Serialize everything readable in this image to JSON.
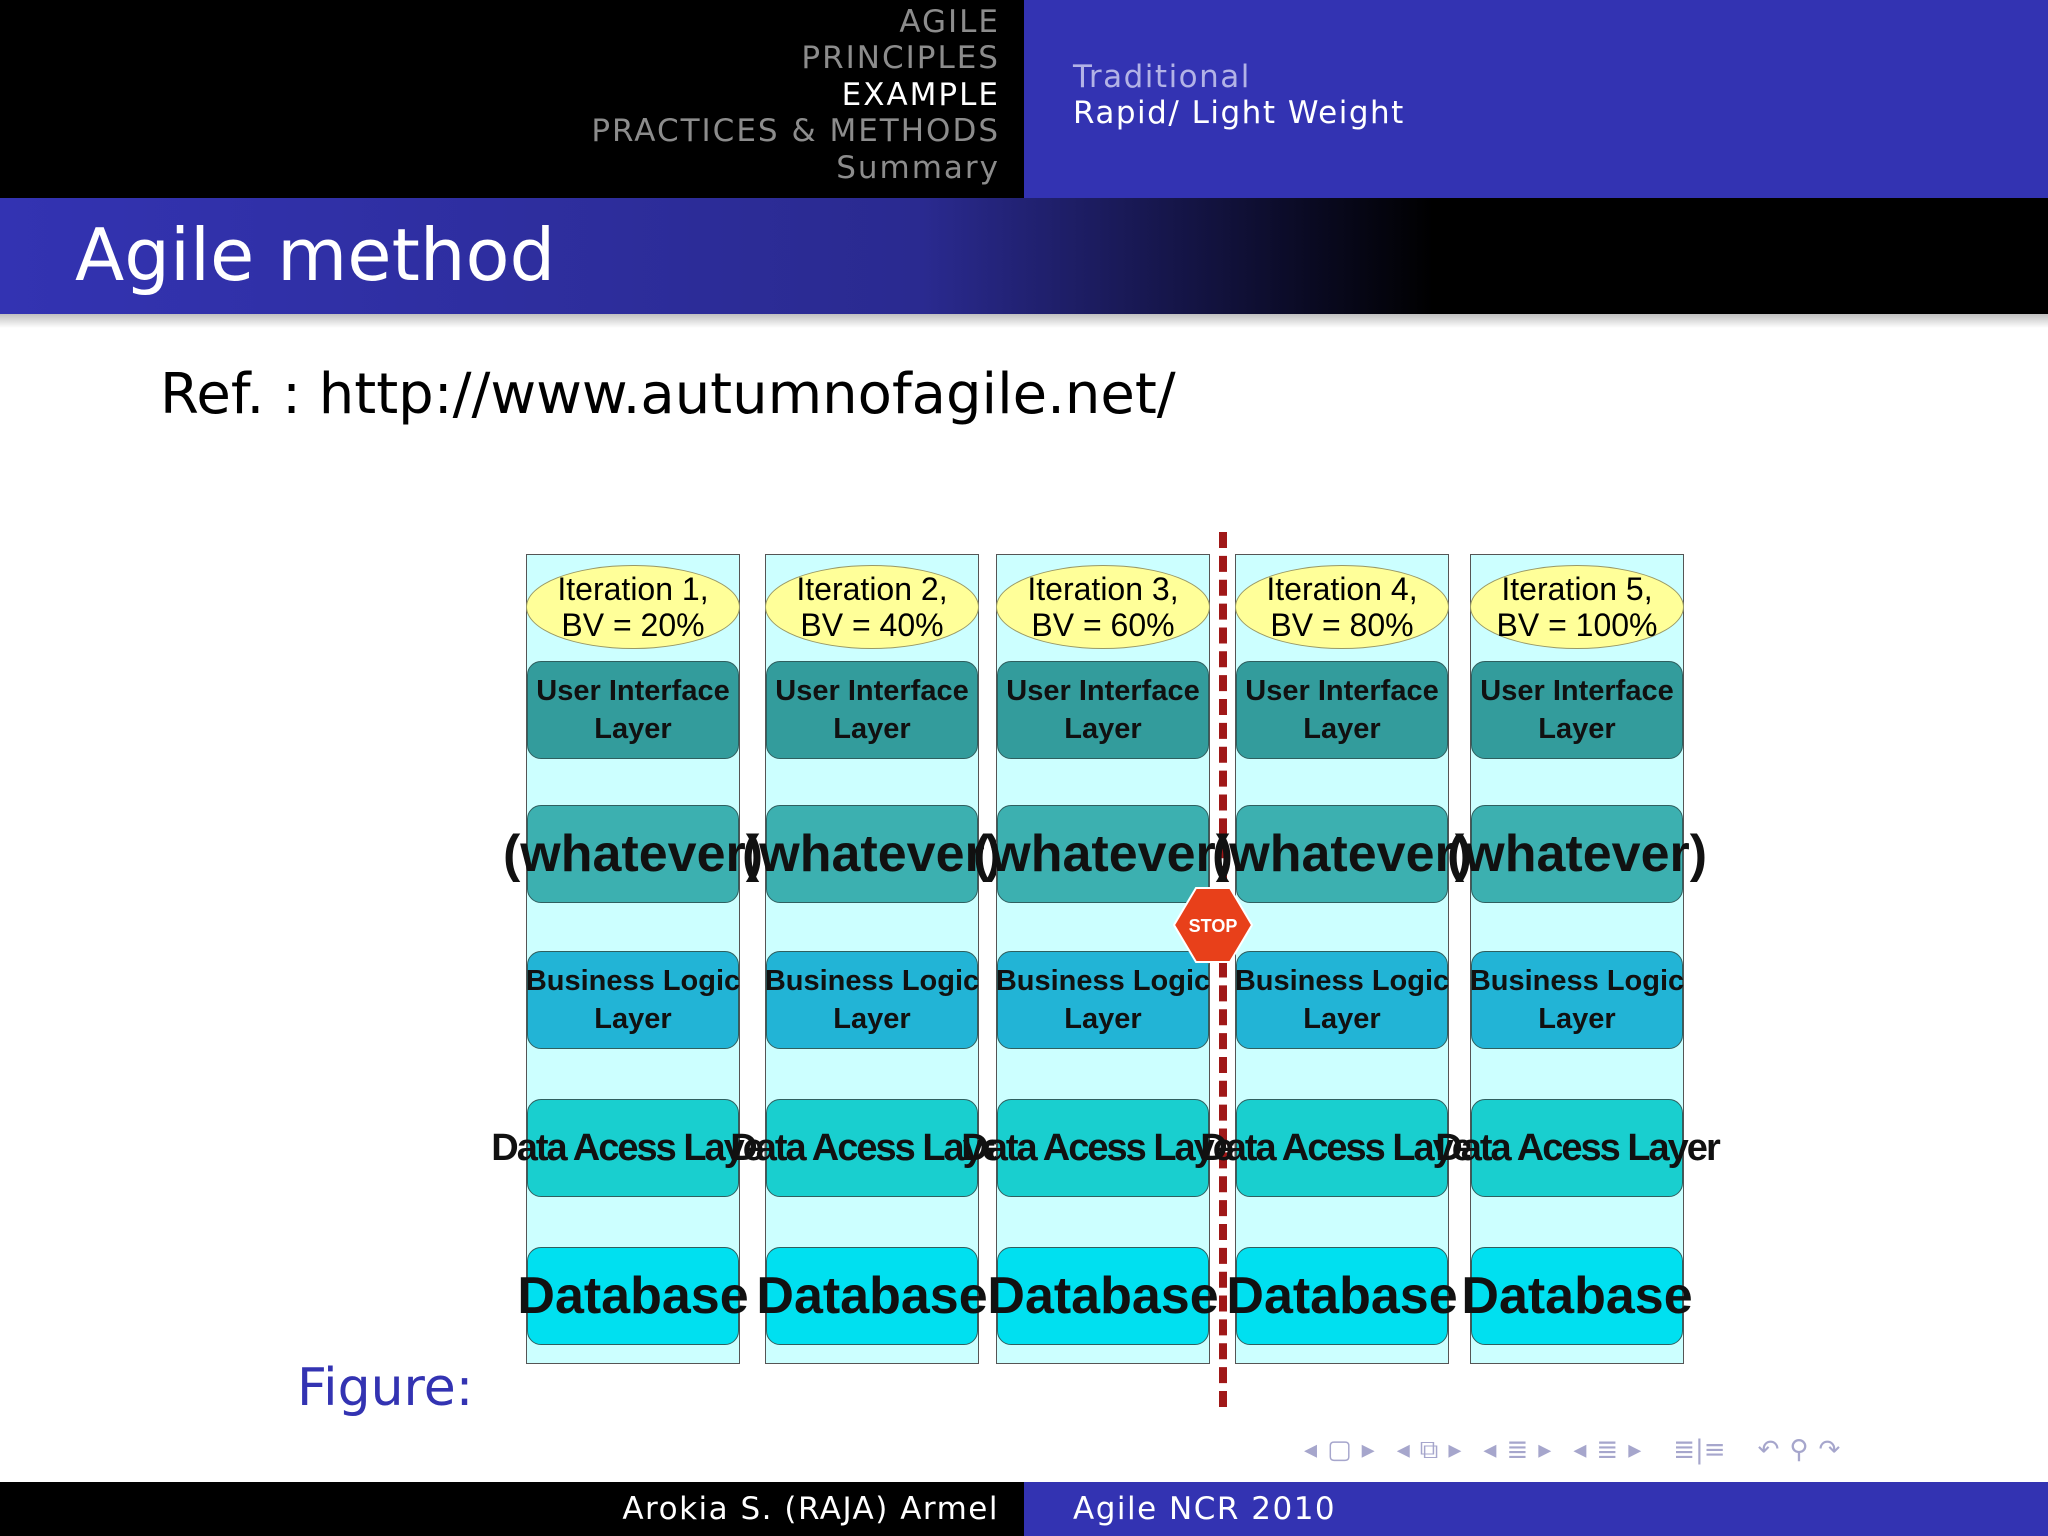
{
  "header": {
    "sections": [
      {
        "label": "AGILE",
        "active": false
      },
      {
        "label": "PRINCIPLES",
        "active": false
      },
      {
        "label": "EXAMPLE",
        "active": true
      },
      {
        "label": "PRACTICES & METHODS",
        "active": false
      },
      {
        "label": "Summary",
        "active": false
      }
    ],
    "subsections": [
      {
        "label": "Traditional",
        "active": false
      },
      {
        "label": "Rapid/ Light Weight",
        "active": true
      }
    ]
  },
  "frame": {
    "title": "Agile method",
    "ref_text": "Ref. : http://www.autumnofagile.net/",
    "figure_caption": "Figure:"
  },
  "diagram": {
    "iterations": [
      {
        "iteration": "Iteration 1,",
        "bv": "BV = 20%"
      },
      {
        "iteration": "Iteration 2,",
        "bv": "BV = 40%"
      },
      {
        "iteration": "Iteration 3,",
        "bv": "BV = 60%"
      },
      {
        "iteration": "Iteration 4,",
        "bv": "BV = 80%"
      },
      {
        "iteration": "Iteration 5,",
        "bv": "BV = 100%"
      }
    ],
    "layers": {
      "ui": [
        "User Interface",
        "Layer"
      ],
      "whatever": "(whatever)",
      "business": [
        "Business Logic",
        "Layer"
      ],
      "data_access": "Data Acess Layer",
      "database": "Database"
    },
    "stop_label": "STOP",
    "colors": {
      "column_bg": "#ccffff",
      "iteration_ellipse": "#ffff99",
      "ui_layer": "#339c9c",
      "whatever_layer": "#3cb0b0",
      "business_layer": "#22b4d6",
      "data_access_layer": "#19cfcf",
      "database_layer": "#00e0f0",
      "stop_line": "#a01818",
      "stop_sign": "#e8401a"
    }
  },
  "footer": {
    "author": "Arokia S. (RAJA) Armel",
    "event": "Agile NCR 2010"
  },
  "navigation": {
    "icons": [
      "nav-frame-back-icon",
      "nav-frame-icon",
      "nav-frame-forward-icon",
      "nav-subsection-back-icon",
      "nav-subsection-icon",
      "nav-subsection-forward-icon",
      "nav-section-back-icon",
      "nav-section-icon",
      "nav-section-forward-icon",
      "nav-slide-back-icon",
      "nav-slide-icon",
      "nav-slide-forward-icon",
      "nav-toc-icon",
      "nav-search-back-icon",
      "nav-search-icon",
      "nav-search-forward-icon"
    ]
  }
}
